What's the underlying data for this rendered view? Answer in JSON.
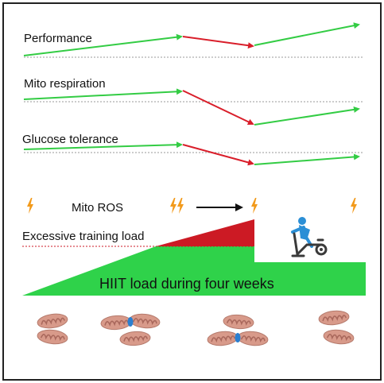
{
  "metrics": {
    "performance": "Performance",
    "mito_respiration": "Mito respiration",
    "glucose_tolerance": "Glucose tolerance"
  },
  "ros_label": "Mito ROS",
  "threshold_label": "Excessive training load",
  "load_label": "HIIT load during four weeks",
  "colors": {
    "increase": "#33cc44",
    "decrease": "#d91e2a",
    "load": "#2fd24a",
    "excess": "#cc1a24",
    "bolt": "#f29a1b",
    "mito_outer": "#d89a8a",
    "mito_inner": "#a9685c",
    "fusion": "#2a7fd0",
    "cyclist": "#2b8fd6",
    "bike": "#3a3a3a"
  },
  "icons": [
    "lightning-bolt-icon",
    "cyclist-icon",
    "mitochondrion-icon",
    "arrow-right-icon"
  ]
}
